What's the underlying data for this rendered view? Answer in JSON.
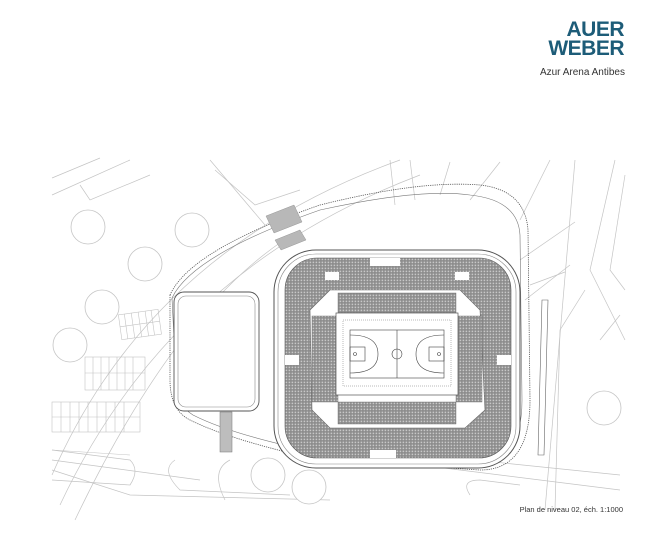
{
  "header": {
    "logo_line1": "AUER",
    "logo_line2": "WEBER",
    "logo_color": "#1d5c78",
    "project_title": "Azur Arena Antibes"
  },
  "drawing": {
    "type": "architectural site / floor plan",
    "subject": "arena with basketball court, tiered seating bowl, adjacent secondary hall, surrounding streets, trees and parking",
    "caption": "Plan de niveau 02, éch. 1:1000"
  }
}
